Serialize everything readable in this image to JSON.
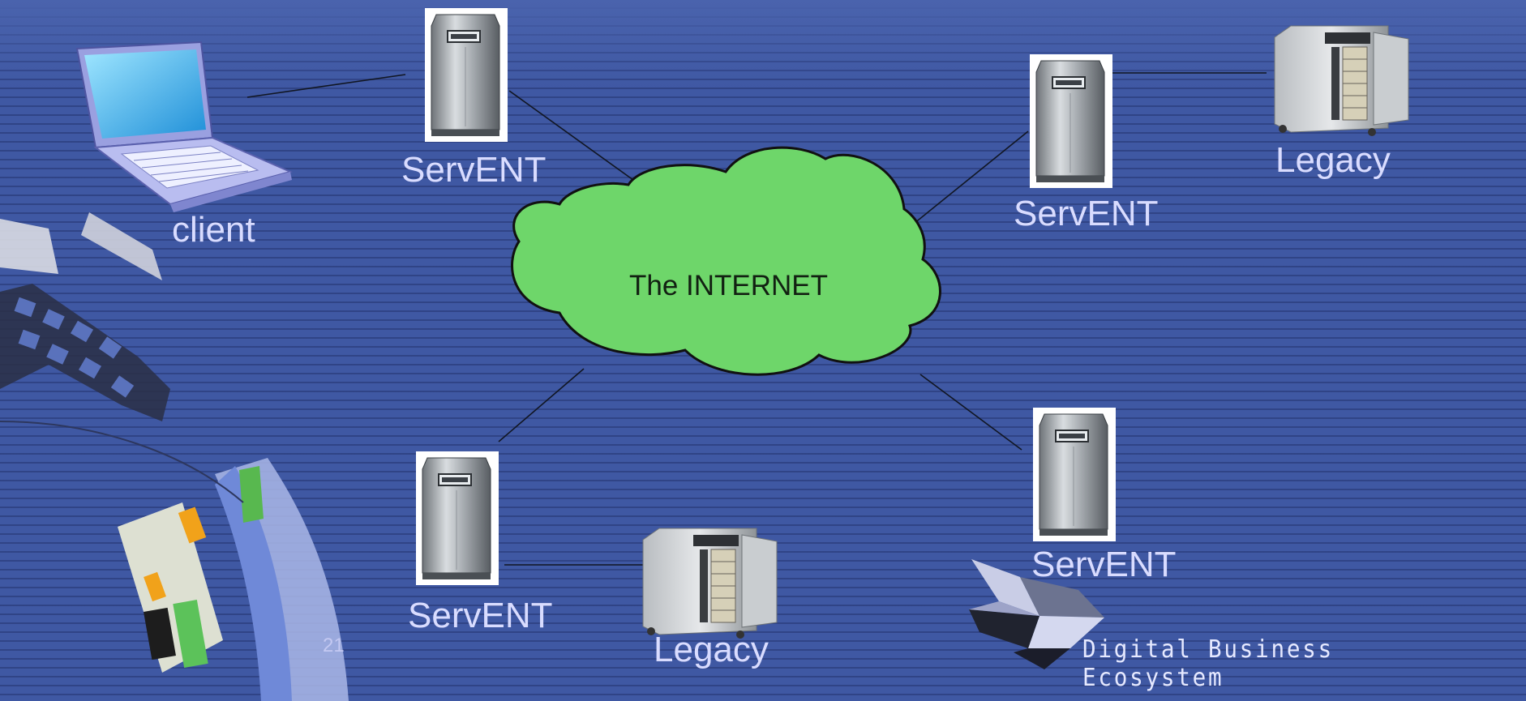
{
  "slide": {
    "page_number": "21",
    "brand_text": "Digital Business Ecosystem",
    "colors": {
      "background": "#3f58a3",
      "label": "#d9dcff",
      "cloud": "#6ed66a"
    }
  },
  "diagram": {
    "cloud_label": "The INTERNET",
    "nodes": {
      "client": "client",
      "servent_top_left": "ServENT",
      "servent_top_right": "ServENT",
      "servent_bottom_left": "ServENT",
      "servent_bottom_right": "ServENT",
      "legacy_top_right": "Legacy",
      "legacy_bottom": "Legacy"
    },
    "icons": {
      "client": "laptop-icon",
      "servent": "server-tower-icon",
      "legacy": "mainframe-icon",
      "logo": "star-logo-icon"
    }
  }
}
